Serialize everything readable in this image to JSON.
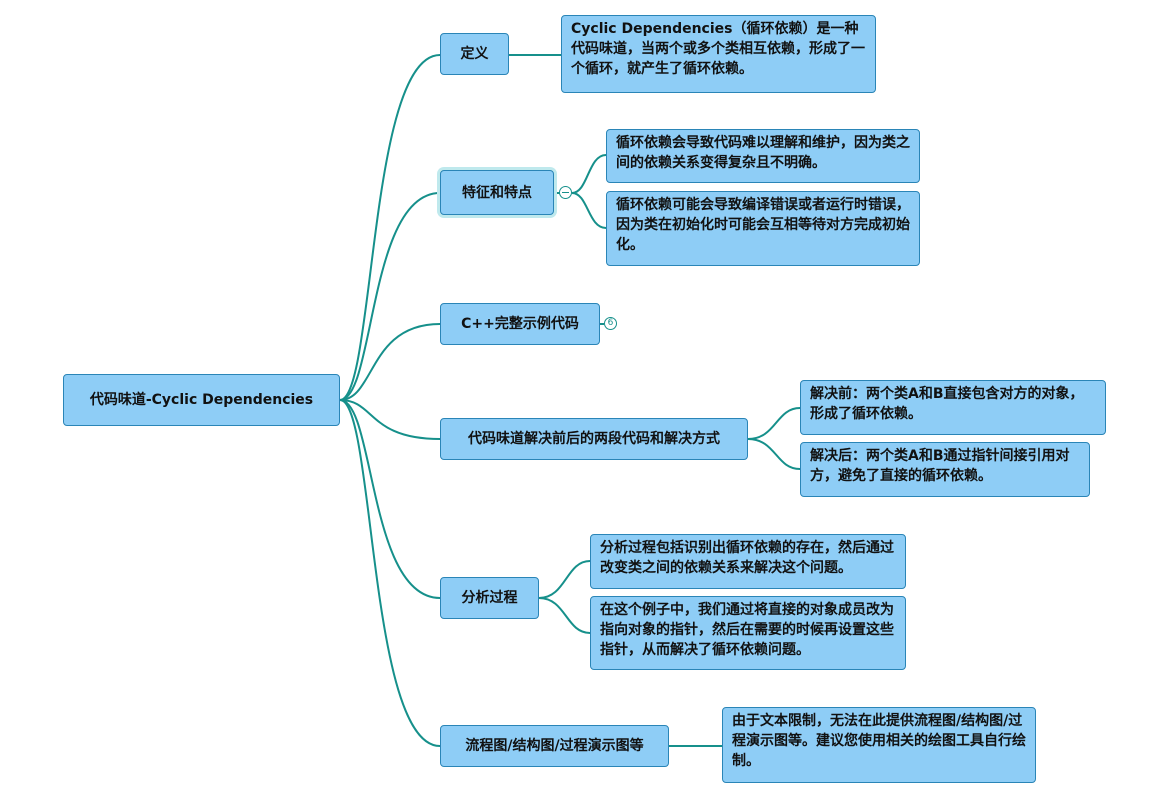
{
  "root": {
    "label": "代码味道-Cyclic Dependencies"
  },
  "branches": [
    {
      "label": "定义",
      "children": [
        "Cyclic Dependencies（循环依赖）是一种代码味道，当两个或多个类相互依赖，形成了一个循环，就产生了循环依赖。"
      ]
    },
    {
      "label": "特征和特点",
      "children": [
        "循环依赖会导致代码难以理解和维护，因为类之间的依赖关系变得复杂且不明确。",
        "循环依赖可能会导致编译错误或者运行时错误，因为类在初始化时可能会互相等待对方完成初始化。"
      ]
    },
    {
      "label": "C++完整示例代码",
      "collapsed_count": "6"
    },
    {
      "label": "代码味道解决前后的两段代码和解决方式",
      "children": [
        "解决前：两个类A和B直接包含对方的对象，形成了循环依赖。",
        "解决后：两个类A和B通过指针间接引用对方，避免了直接的循环依赖。"
      ]
    },
    {
      "label": "分析过程",
      "children": [
        "分析过程包括识别出循环依赖的存在，然后通过改变类之间的依赖关系来解决这个问题。",
        "在这个例子中，我们通过将直接的对象成员改为指向对象的指针，然后在需要的时候再设置这些指针，从而解决了循环依赖问题。"
      ]
    },
    {
      "label": "流程图/结构图/过程演示图等",
      "children": [
        "由于文本限制，无法在此提供流程图/结构图/过程演示图等。建议您使用相关的绘图工具自行绘制。"
      ]
    }
  ],
  "colors": {
    "node_fill": "#8ecdf6",
    "node_border": "#2a85b7",
    "link": "#16908b",
    "selection": "#bfe9ed"
  }
}
